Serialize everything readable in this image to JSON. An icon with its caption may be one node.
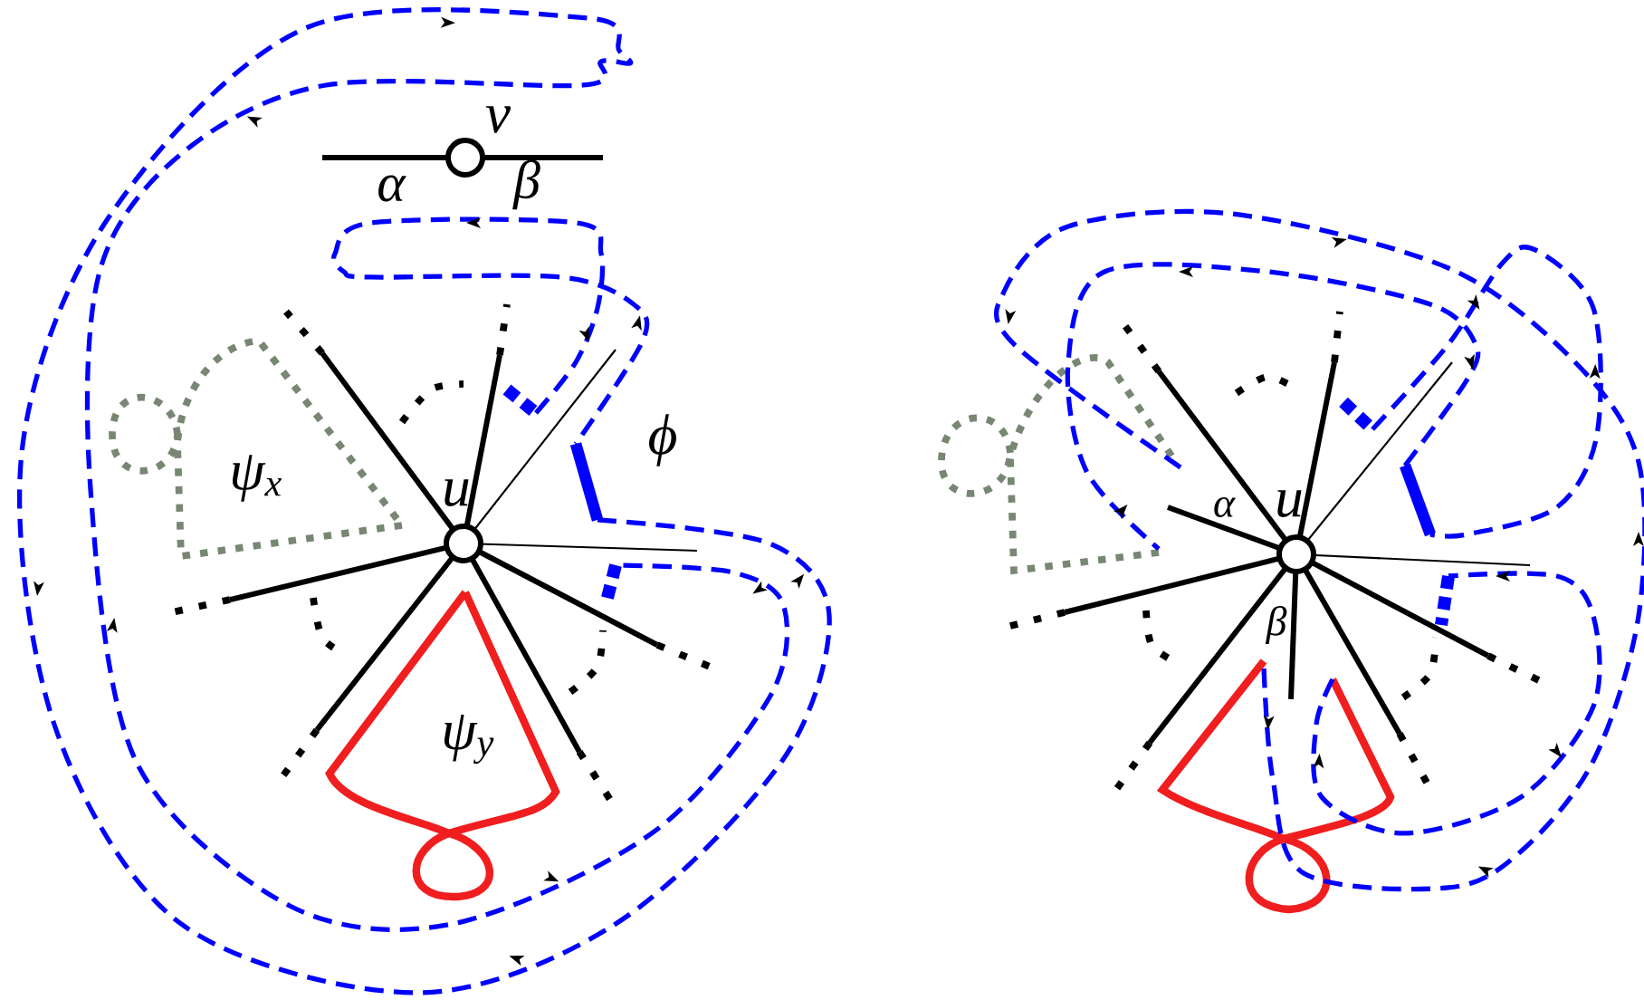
{
  "diagram": {
    "nodes": [
      {
        "text": [
          "v"
        ]
      },
      {
        "text": [
          "u"
        ]
      },
      {
        "text": [
          "u"
        ]
      }
    ],
    "labels": [
      "α",
      "β",
      "ψ$_{x}$",
      "ϕ",
      "ψ$_{y}$",
      "α",
      "β"
    ]
  }
}
